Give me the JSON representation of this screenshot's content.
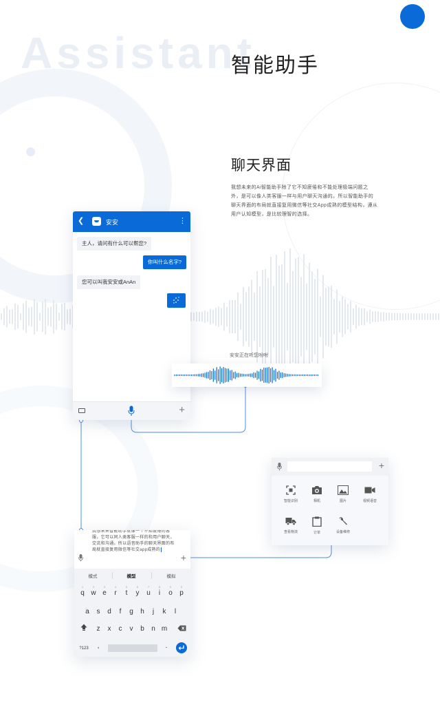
{
  "header": {
    "watermark": "Assistant",
    "title": "智能助手"
  },
  "section": {
    "title": "聊天界面",
    "description": "我想未来的Ai智能助手除了它不知疲倦和不能处理极端问题之外，是可以像人类客服一样与用户聊天沟通的。所以智能助手的聊天界面的布局就直接复用微信等社交App成熟的模型结构，遵从用户认知模型，是比较理智的选择。"
  },
  "chat": {
    "bot_name": "安安",
    "icons": {
      "back": "chevron-left-icon",
      "more": "more-vertical-icon",
      "keyboard": "keyboard-icon",
      "mic": "microphone-icon",
      "plus": "plus-icon"
    },
    "messages": [
      {
        "from": "bot",
        "text": "主人，请问有什么可以帮您?"
      },
      {
        "from": "user",
        "text": "你叫什么名字?"
      },
      {
        "from": "bot",
        "text": "您可以叫我安安或AnAn"
      },
      {
        "from": "user",
        "type": "voice",
        "text": ""
      }
    ]
  },
  "voice": {
    "status": "安安正在听您吩咐"
  },
  "more_panel": {
    "features": [
      {
        "label": "智能识别",
        "icon": "scan-icon"
      },
      {
        "label": "相机",
        "icon": "camera-icon"
      },
      {
        "label": "图片",
        "icon": "image-icon"
      },
      {
        "label": "视频语音",
        "icon": "video-icon"
      },
      {
        "label": "查看物流",
        "icon": "truck-icon"
      },
      {
        "label": "订单",
        "icon": "clipboard-icon"
      },
      {
        "label": "设备维修",
        "icon": "wrench-icon"
      }
    ]
  },
  "keyboard": {
    "input_text": "我想未来智能助手就像一个不知疲倦的客服，它可以同人类客服一样的和用户聊天，交流和沟通。所以语音助手的聊天界面的布局就直接复用微信等社交app成熟的",
    "suggestions": [
      "模式",
      "模型",
      "模拟"
    ],
    "rows": [
      [
        "q",
        "w",
        "e",
        "r",
        "t",
        "y",
        "u",
        "i",
        "o",
        "p"
      ],
      [
        "a",
        "s",
        "d",
        "f",
        "g",
        "h",
        "j",
        "k",
        "l"
      ],
      [
        "z",
        "x",
        "c",
        "v",
        "b",
        "n",
        "m"
      ]
    ],
    "digits": [
      "1",
      "2",
      "3",
      "4",
      "5",
      "6",
      "7",
      "8",
      "9",
      "0"
    ],
    "special": {
      "numbers": "?123",
      "comma": ",",
      "period": "."
    }
  },
  "colors": {
    "accent": "#0a6ad8",
    "text": "#222222",
    "muted": "#666666",
    "panel": "#f3f5f8"
  }
}
